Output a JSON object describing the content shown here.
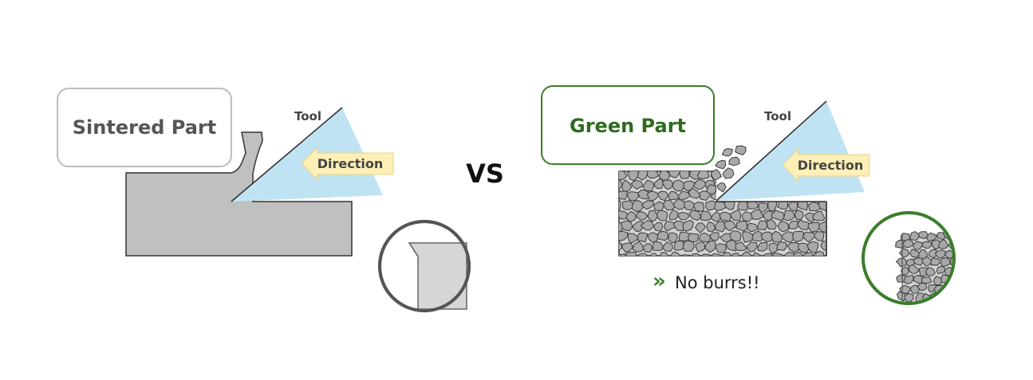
{
  "left_panel": {
    "label": "Sintered Part",
    "tool_label": "Tool",
    "direction_label": "Direction"
  },
  "vs_label": "VS",
  "right_panel": {
    "label": "Green Part",
    "tool_label": "Tool",
    "direction_label": "Direction",
    "result_marker": "»",
    "result_text": "No burrs!!"
  },
  "colors": {
    "sintered_label_border": "#bdbdbd",
    "sintered_label_text": "#555555",
    "green_accent": "#3a7d2a",
    "green_label_text": "#2e6b1f",
    "part_fill": "#c0c0c0",
    "tool_fill": "#bfe3f3",
    "arrow_fill": "#fdefb6",
    "particle_fill": "#a9a9a9",
    "zoom_border_left": "#555555",
    "zoom_border_right": "#3a7d2a"
  },
  "icons": [
    "arrow-left-icon",
    "chevron-double-right-icon"
  ]
}
